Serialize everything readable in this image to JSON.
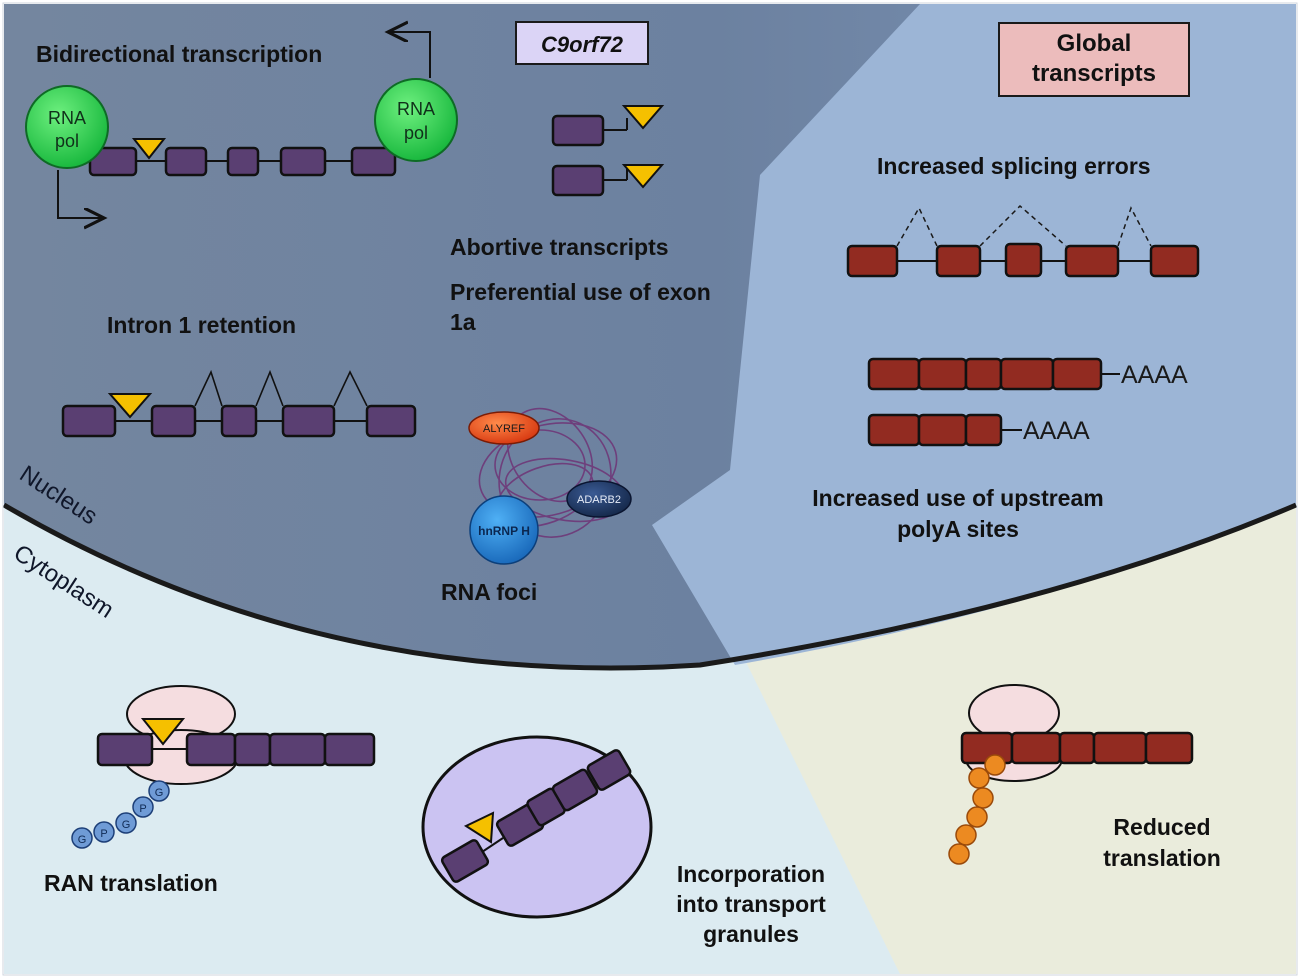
{
  "colors": {
    "nucleus_left": "#6a7f9e",
    "nucleus_right": "#9cb5d6",
    "cytoplasm": "#dcebf1",
    "cytoplasm_right": "#eaecdc",
    "c9_exon": "#5a3f72",
    "global_exon": "#922b21",
    "repeat": "#f5c000",
    "rna_pol": "#2ccf4d",
    "ribosome": "#f5dde0",
    "granule": "#cbc3f2",
    "alyref": "#ea4a1a",
    "adarb2": "#1c3564",
    "hnrnp": "#1d7fd2",
    "ran_bead": "#6f9bd6",
    "peptide_bead": "#ec8a21",
    "c9_box": "#dbd4f6",
    "global_box": "#ecbcbc"
  },
  "labels": {
    "c9orf72": "C9orf72",
    "global_line1": "Global",
    "global_line2": "transcripts",
    "bidirectional": "Bidirectional transcription",
    "rna_pol_line1": "RNA",
    "rna_pol_line2": "pol",
    "abortive": "Abortive transcripts",
    "preferential_line1": "Preferential use of exon",
    "preferential_line2": "1a",
    "intron_retention": "Intron 1 retention",
    "splicing_errors": "Increased splicing errors",
    "polya_tail": "AAAA",
    "upstream_line1": "Increased use of upstream",
    "upstream_line2": "polyA sites",
    "rna_foci": "RNA foci",
    "alyref": "ALYREF",
    "adarb2": "ADARB2",
    "hnrnp": "hnRNP H",
    "nucleus": "Nucleus",
    "cytoplasm": "Cytoplasm",
    "ran_translation": "RAN translation",
    "ran_beads": [
      "G",
      "P",
      "G",
      "P",
      "G"
    ],
    "incorporation_line1": "Incorporation",
    "incorporation_line2": "into transport",
    "incorporation_line3": "granules",
    "reduced_line1": "Reduced",
    "reduced_line2": "translation"
  }
}
